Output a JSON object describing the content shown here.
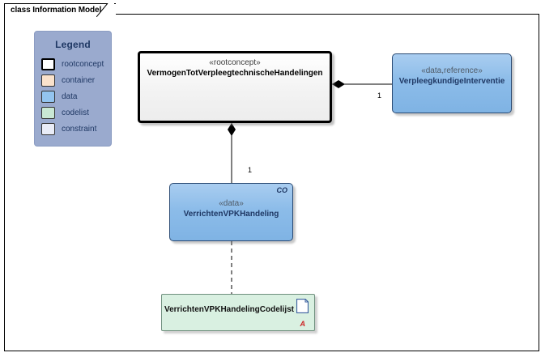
{
  "frame": {
    "tab_label": "class Information Model"
  },
  "legend": {
    "title": "Legend",
    "items": [
      {
        "label": "rootconcept",
        "color": "#ffffff",
        "border": "#000000"
      },
      {
        "label": "container",
        "color": "#fae2cc",
        "border": "#333333"
      },
      {
        "label": "data",
        "color": "#93c4ef",
        "border": "#333333"
      },
      {
        "label": "codelist",
        "color": "#c9e8d4",
        "border": "#333333"
      },
      {
        "label": "constraint",
        "color": "#e9ecf7",
        "border": "#333333"
      }
    ],
    "background": "#9aaace",
    "text_color": "#1f3864"
  },
  "classes": {
    "rootconcept": {
      "stereotype": "«rootconcept»",
      "name": "VermogenTotVerpleegtechnischeHandelingen"
    },
    "reference": {
      "stereotype": "«data,reference»",
      "name": "VerpleegkundigeInterventie"
    },
    "data": {
      "stereotype": "«data»",
      "name": "VerrichtenVPKHandeling",
      "badge": "CO"
    },
    "codelist": {
      "name": "VerrichtenVPKHandelingCodelijst",
      "marker": "A"
    }
  },
  "connectors": {
    "root_to_reference": {
      "type": "composition",
      "target_multiplicity": "1"
    },
    "root_to_data": {
      "type": "composition",
      "target_multiplicity": "1"
    },
    "data_to_codelist": {
      "type": "dependency"
    }
  }
}
